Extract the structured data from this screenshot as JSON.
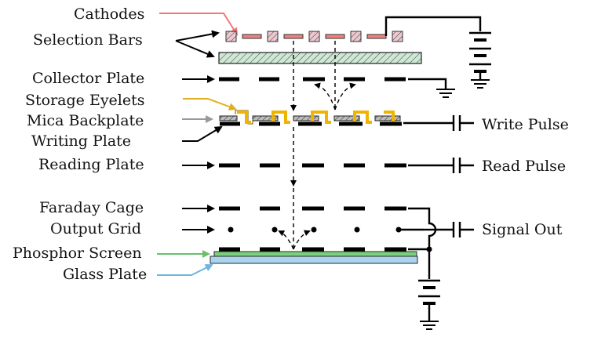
{
  "labels": {
    "cathodes": "Cathodes",
    "selection_bars": "Selection Bars",
    "collector_plate": "Collector Plate",
    "storage_eyelets": "Storage Eyelets",
    "mica_backplate": "Mica Backplate",
    "writing_plate": "Writing Plate",
    "reading_plate": "Reading Plate",
    "faraday_cage": "Faraday Cage",
    "output_grid": "Output Grid",
    "phosphor_screen": "Phosphor Screen",
    "glass_plate": "Glass Plate"
  },
  "right_labels": {
    "write_pulse": "Write Pulse",
    "read_pulse": "Read Pulse",
    "signal_out": "Signal Out"
  },
  "colors": {
    "cathodes_arrow": "#f07878",
    "cathode_fill": "#f08080",
    "selection_bar_fill": "#c8e6d2",
    "storage_eyelets_arrow": "#e0b020",
    "eyelet_fill": "#f0b400",
    "mica_arrow": "#999999",
    "phosphor_arrow": "#6cc06c",
    "phosphor_fill": "#7cd07c",
    "glass_arrow": "#70b4e0",
    "glass_fill": "#a8d4ee",
    "selection_square_fill": "#e8c8d0"
  }
}
